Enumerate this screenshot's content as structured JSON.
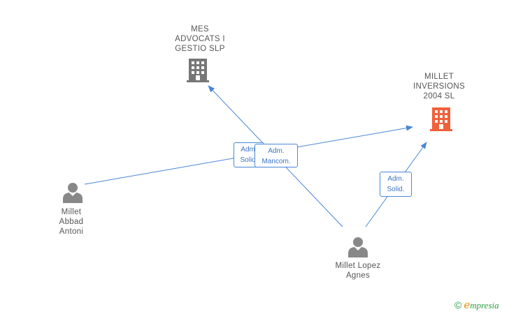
{
  "nodes": {
    "mes_advocats": {
      "label": "MES\nADVOCATS I\nGESTIO SLP",
      "type": "company"
    },
    "millet_inversions": {
      "label": "MILLET\nINVERSIONS\n2004 SL",
      "type": "company-highlight"
    },
    "millet_abbad": {
      "label": "Millet\nAbbad\nAntoni",
      "type": "person"
    },
    "millet_lopez": {
      "label": "Millet Lopez\nAgnes",
      "type": "person"
    }
  },
  "edges": [
    {
      "from": "millet_abbad",
      "to": "millet_inversions",
      "label": "Adm.\nSolid."
    },
    {
      "from": "millet_lopez",
      "to": "mes_advocats",
      "label": "Adm.\nMancom."
    },
    {
      "from": "millet_lopez",
      "to": "millet_inversions",
      "label": "Adm.\nSolid."
    }
  ],
  "colors": {
    "edge": "#4a86d4",
    "company_icon": "#777777",
    "company_highlight_icon": "#f0603a",
    "person_icon": "#888888"
  },
  "brand": {
    "copyright": "©",
    "e": "e",
    "rest": "mpresia"
  }
}
